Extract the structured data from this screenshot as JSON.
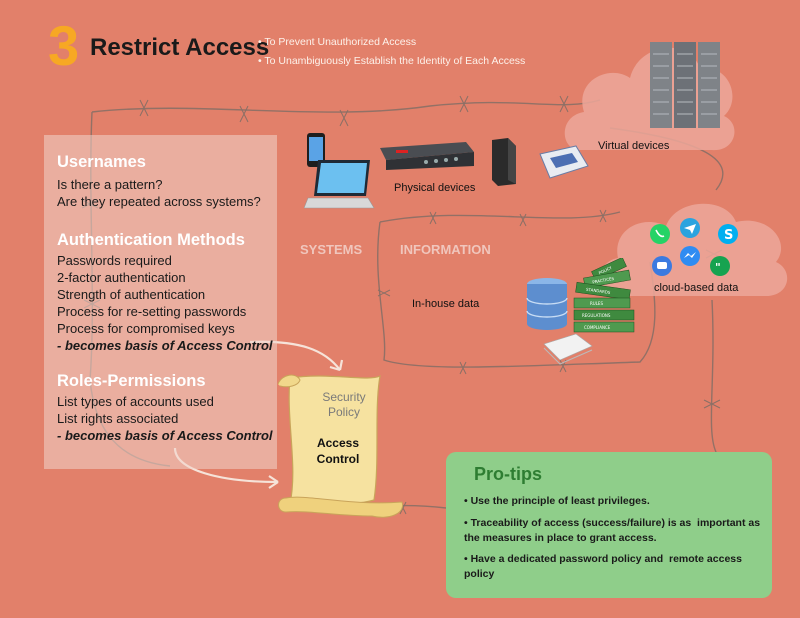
{
  "header": {
    "number": "3",
    "title": "Restrict Access",
    "bullets": [
      "• To Prevent Unauthorized Access",
      "• To Unambiguously Establish the Identity of Each Access"
    ]
  },
  "left_panel": {
    "usernames": {
      "heading": "Usernames",
      "lines": [
        "Is there a pattern?",
        "Are they repeated across systems?"
      ]
    },
    "auth": {
      "heading": "Authentication Methods",
      "lines": [
        "Passwords required",
        "2-factor authentication",
        "Strength of authentication",
        "Process for re-setting passwords",
        "Process for compromised keys"
      ],
      "note": "- becomes basis of Access Control"
    },
    "roles": {
      "heading": "Roles-Permissions",
      "lines": [
        "List types of accounts used",
        "List rights associated"
      ],
      "note": "- becomes basis of Access Control"
    }
  },
  "categories": {
    "systems": "SYSTEMS",
    "information": "INFORMATION"
  },
  "labels": {
    "physical": "Physical devices",
    "virtual": "Virtual devices",
    "inhouse": "In-house data",
    "cloud": "cloud-based data"
  },
  "scroll": {
    "line1": "Security",
    "line2": "Policy",
    "line3": "Access",
    "line4": "Control"
  },
  "book_labels": [
    "POLICY",
    "PRACTICES",
    "STANDARDS",
    "RULES",
    "REGULATIONS",
    "COMPLIANCE"
  ],
  "protips": {
    "title": "Pro-tips",
    "items": [
      "• Use the principle of least privileges.",
      "• Traceability of access (success/failure) is as  important as the measures in place to grant access.",
      "• Have a dedicated password policy and  remote access policy"
    ]
  },
  "colors": {
    "background": "#e2806a",
    "accent": "#f7a823",
    "protips_bg": "#8fce8a",
    "protips_title": "#2e7d32"
  }
}
